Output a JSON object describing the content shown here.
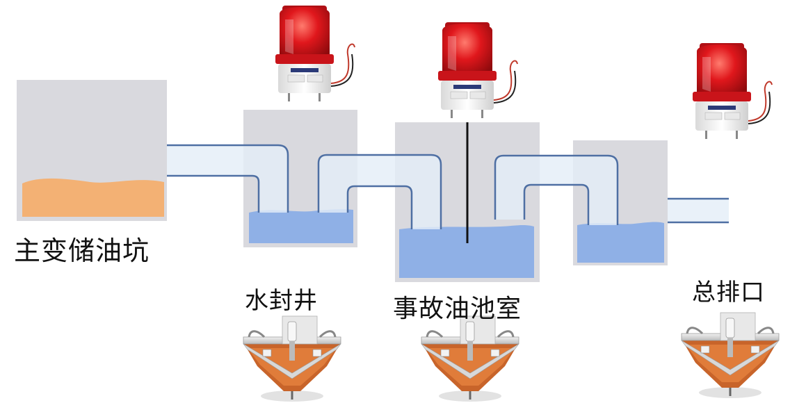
{
  "labels": {
    "main_pit": "主变储油坑",
    "water_seal": "水封井",
    "accident_tank": "事故油池室",
    "outlet": "总排口"
  },
  "colors": {
    "tank_fill": "#d9d9de",
    "oil": "#f3b174",
    "water": "#8fb0e6",
    "pipe_stroke": "#4e6fa3",
    "pipe_fill": "#e4edf7",
    "alarm_red": "#d8141a",
    "sensor_copper": "#c8642a"
  },
  "icons": [
    "warning-light-icon",
    "oil-water-sensor-icon"
  ]
}
